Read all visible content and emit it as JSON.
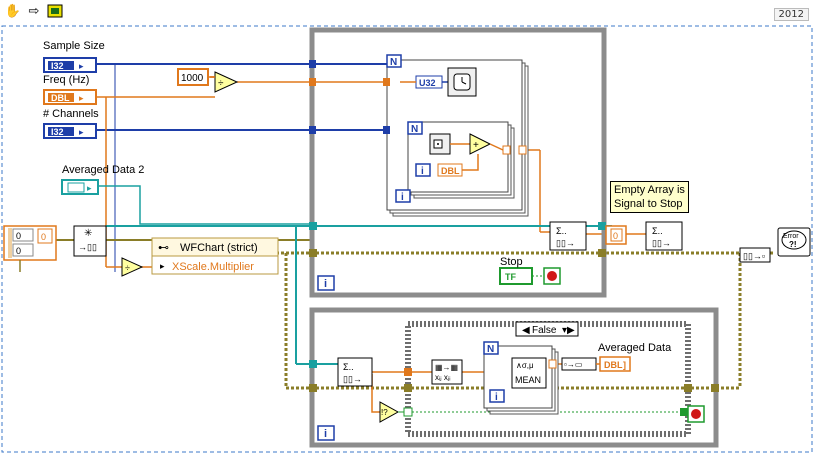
{
  "toolbar": {
    "year": "2012",
    "icons": [
      "hand-icon",
      "arrow-icon",
      "block-diagram-icon"
    ]
  },
  "controls": {
    "sample_size": {
      "label": "Sample Size",
      "type": "I32"
    },
    "freq": {
      "label": "Freq (Hz)",
      "type": "DBL"
    },
    "channels": {
      "label": "# Channels",
      "type": "I32"
    },
    "averaged_data_2": {
      "label": "Averaged Data 2"
    }
  },
  "constants": {
    "thousand": "1000",
    "array_index_0": "0",
    "array_index_1": "0",
    "array_value": "0",
    "empty_array_value": "0"
  },
  "property_node": {
    "title": "WFChart (strict)",
    "property": "XScale.Multiplier"
  },
  "upper_loop": {
    "iter": "i",
    "n_outer": "N",
    "n_inner": "N",
    "u32": "U32",
    "dbl": "DBL",
    "inner_iter": "i",
    "outer_iter": "i",
    "stop_label": "Stop",
    "stop_bool": "TF",
    "note": [
      "Empty Array is",
      "Signal to Stop"
    ]
  },
  "lower_loop": {
    "iter": "i",
    "case_selector": "False",
    "for_n": "N",
    "for_iter": "i",
    "mean_label": "MEAN",
    "averaged_data_label": "Averaged Data",
    "averaged_data_type": "DBL",
    "comparison": "!?"
  },
  "error_handler": {
    "label": "Error"
  },
  "colors": {
    "int_wire": "#1e3ea8",
    "dbl_wire": "#e0781c",
    "cluster_wire": "#8a7d28",
    "array_wire": "#1aa0a0",
    "bool_wire": "#1f9a2e",
    "loop_frame": "#8c8c8c"
  }
}
